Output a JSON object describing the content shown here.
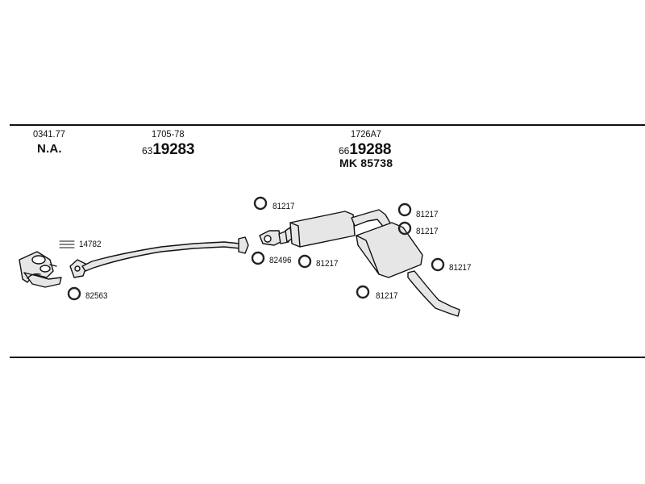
{
  "header": {
    "col1": {
      "code": "0341.77",
      "note": "N.A."
    },
    "col2": {
      "code": "1705-78",
      "prefix": "63",
      "number": "19283"
    },
    "col3": {
      "code": "1726A7",
      "prefix": "66",
      "number": "19288",
      "extra": "MK 85738"
    }
  },
  "parts": {
    "p14782": "14782",
    "p82563": "82563",
    "p82496": "82496",
    "p81217": "81217"
  },
  "colors": {
    "ink": "#111111",
    "fill": "#e6e6e6",
    "ring": "#222222"
  }
}
